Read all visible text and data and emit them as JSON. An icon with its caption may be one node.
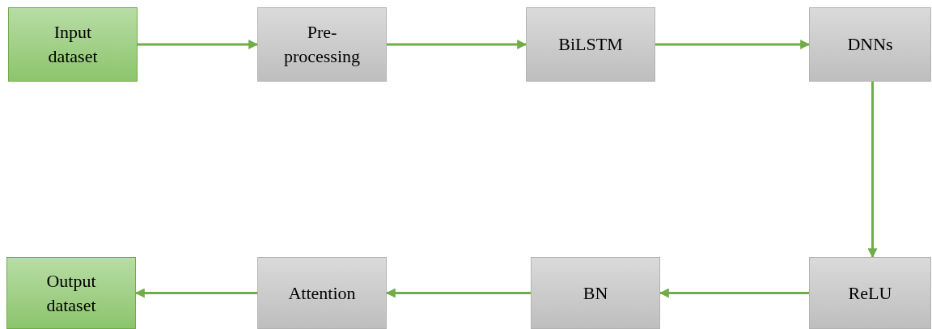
{
  "diagram": {
    "nodes": [
      {
        "text": [
          "Input dataset"
        ]
      },
      {
        "text": [
          "Pre-processing"
        ]
      },
      {
        "text": [
          "BiLSTM"
        ]
      },
      {
        "text": [
          "DNNs"
        ]
      },
      {
        "text": [
          "ReLU"
        ]
      },
      {
        "text": [
          "BN"
        ]
      },
      {
        "text": [
          "Attention"
        ]
      },
      {
        "text": [
          "Output dataset"
        ]
      }
    ],
    "edges": [
      {
        "from": 0,
        "to": 1,
        "arrow": "to"
      },
      {
        "from": 1,
        "to": 2,
        "arrow": "to"
      },
      {
        "from": 2,
        "to": 3,
        "arrow": "to"
      },
      {
        "from": 3,
        "to": 4,
        "arrow": "to"
      },
      {
        "from": 4,
        "to": 5,
        "arrow": "to"
      },
      {
        "from": 5,
        "to": 6,
        "arrow": "to"
      },
      {
        "from": 6,
        "to": 7,
        "arrow": "to"
      }
    ]
  }
}
